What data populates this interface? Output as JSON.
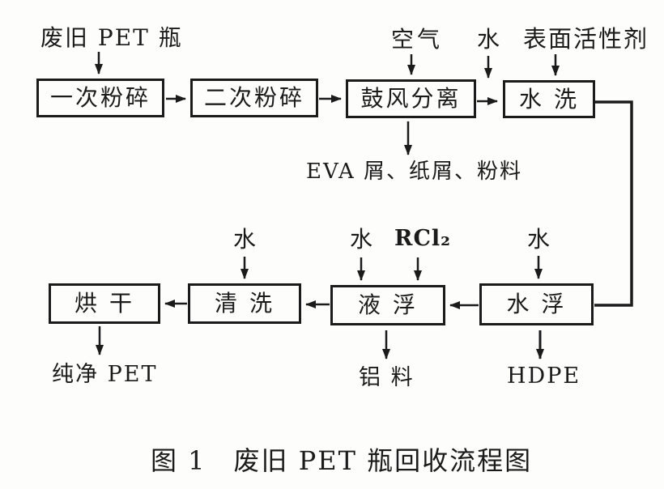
{
  "colors": {
    "line": "#1b1b1b",
    "text": "#1b1b1b",
    "background": "#fdfdfc"
  },
  "diagram": {
    "source_label": "废旧 PET 瓶",
    "boxes": {
      "crush1": "一次粉碎",
      "crush2": "二次粉碎",
      "blow_separation": "鼓风分离",
      "wash": "水 洗",
      "dry": "烘 干",
      "clean": "清 洗",
      "liquid_float": "液 浮",
      "water_float": "水 浮"
    },
    "inputs": {
      "air": "空气",
      "water_wash": "水",
      "surfactant": "表面活性剂",
      "water_clean": "水",
      "water_liquid_float": "水",
      "rcl2": "RCl₂",
      "water_water_float": "水"
    },
    "outputs": {
      "eva": "EVA 屑、纸屑、粉料",
      "pure_pet": "纯净 PET",
      "aluminum": "铝 料",
      "hdpe": "HDPE"
    },
    "caption": "图 1　废旧 PET 瓶回收流程图"
  }
}
